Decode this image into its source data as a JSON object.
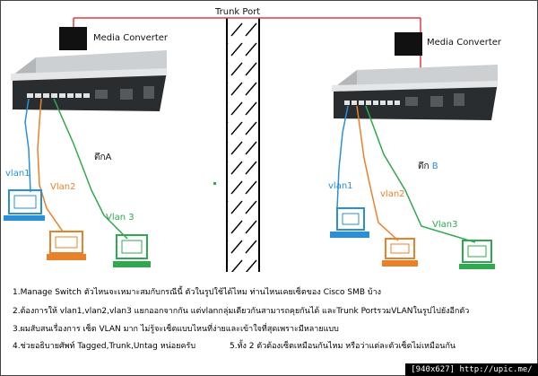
{
  "trunk_label": "Trunk Port",
  "left_building": {
    "media_converter_label": "Media Converter",
    "building_label": "ตึกA",
    "vlan1_label": "vlan1",
    "vlan2_label": "Vlan2",
    "vlan3_label": "Vlan 3"
  },
  "right_building": {
    "media_converter_label": "Media Converter",
    "building_label": "ตึก",
    "building_letter": "B",
    "vlan1_label": "vlan1",
    "vlan2_label": "vlan2",
    "vlan3_label": "Vlan3"
  },
  "notes": [
    "1.Manage Switch ตัวไหนจะเหมาะสมกับกรณีนี้   ตัวในรูปใช้ได้ไหม   ท่านไหนเคยเซ็ตของ   Cisco SMB บ้าง",
    "2.ต้องการให้   vlan1,vlan2,vlan3 แยกออกจากกัน   แต่vlanกลุ่มเดียวกันสามารถคุยกันได้   และTrunk PortรวมVLANในรูปไปยังอีกตัว",
    "3.ผมสับสนเรื่องการ   เซ็ต   VLAN มาก   ไม่รู้จะเซ็ตแบบไหนที่ง่ายและเข้าใจที่สุดเพราะมีหลายแบบ",
    "4.ช่วยอธิบายศัพท์   Tagged,Trunk,Untag   หน่อยครับ",
    "5.ทั้ง   2 ตัวต้องเซ็ตเหมือนกันไหม   หรือว่าแต่ละตัวเซ็ตไม่เหมือนกัน"
  ],
  "watermark": "[940x627] http://upic.me/",
  "colors": {
    "trunk": "#e23a3a",
    "vlan1": "#2b8fd6",
    "vlan2": "#e8822a",
    "vlan3": "#2fa84f"
  }
}
